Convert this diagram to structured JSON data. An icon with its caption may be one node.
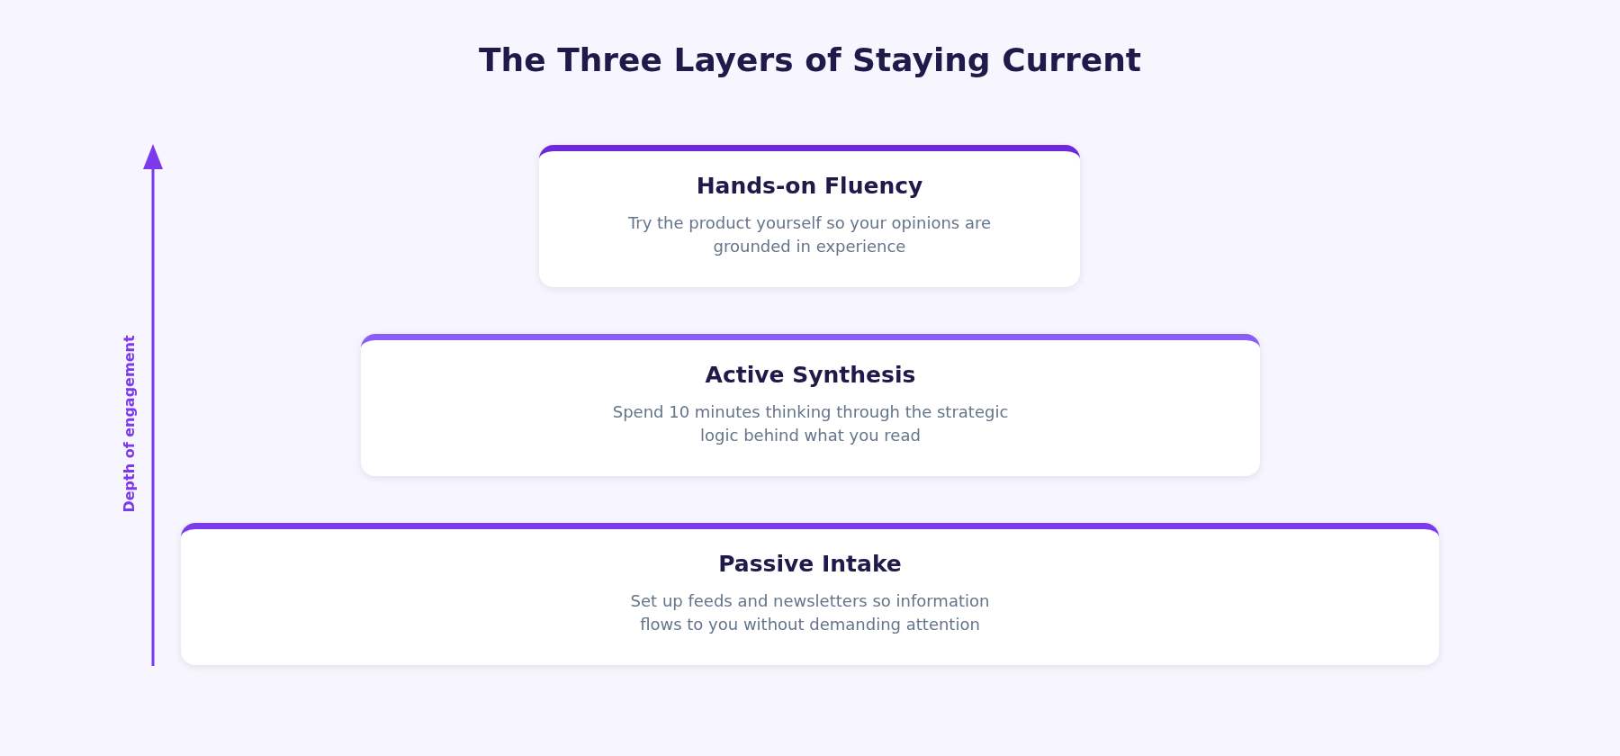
{
  "diagram": {
    "title": "The Three Layers of Staying Current",
    "nodes": [
      {
        "text": [
          "Hands-on Fluency",
          "Try the product yourself so your opinions are grounded in experience"
        ]
      },
      {
        "text": [
          "Active Synthesis",
          "Spend 10 minutes thinking through the strategic logic behind what you read"
        ]
      },
      {
        "text": [
          "Passive Intake",
          "Set up feeds and newsletters so information flows to you without demanding attention"
        ]
      }
    ],
    "edges": [],
    "labels": [
      "Depth of engagement"
    ]
  }
}
